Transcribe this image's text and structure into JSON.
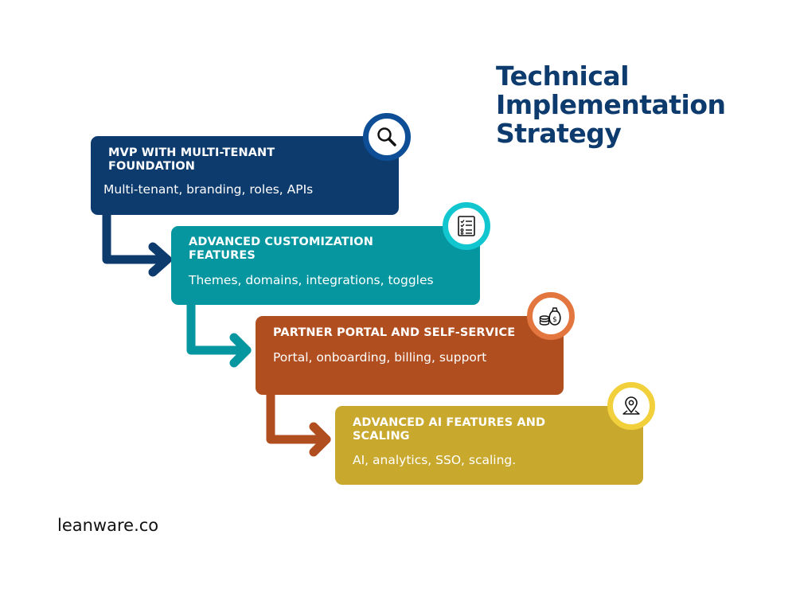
{
  "title_lines": [
    "Technical",
    "Implementation",
    "Strategy"
  ],
  "steps": [
    {
      "title_lines": [
        "MVP WITH MULTI-TENANT",
        "FOUNDATION"
      ],
      "description": "Multi-tenant, branding, roles, APIs",
      "color": "#0d3b6e",
      "icon": "search-icon"
    },
    {
      "title_lines": [
        "ADVANCED CUSTOMIZATION",
        "FEATURES"
      ],
      "description": "Themes, domains, integrations, toggles",
      "color": "#06969f",
      "icon": "checklist-icon"
    },
    {
      "title_lines": [
        "PARTNER PORTAL AND SELF-SERVICE"
      ],
      "description": "Portal, onboarding, billing, support",
      "color": "#b04e1f",
      "icon": "money-bag-icon"
    },
    {
      "title_lines": [
        "ADVANCED AI FEATURES AND",
        "SCALING"
      ],
      "description": "AI, analytics, SSO, scaling.",
      "color": "#c9a82e",
      "icon": "location-pin-icon"
    }
  ],
  "footer": "leanware.co"
}
